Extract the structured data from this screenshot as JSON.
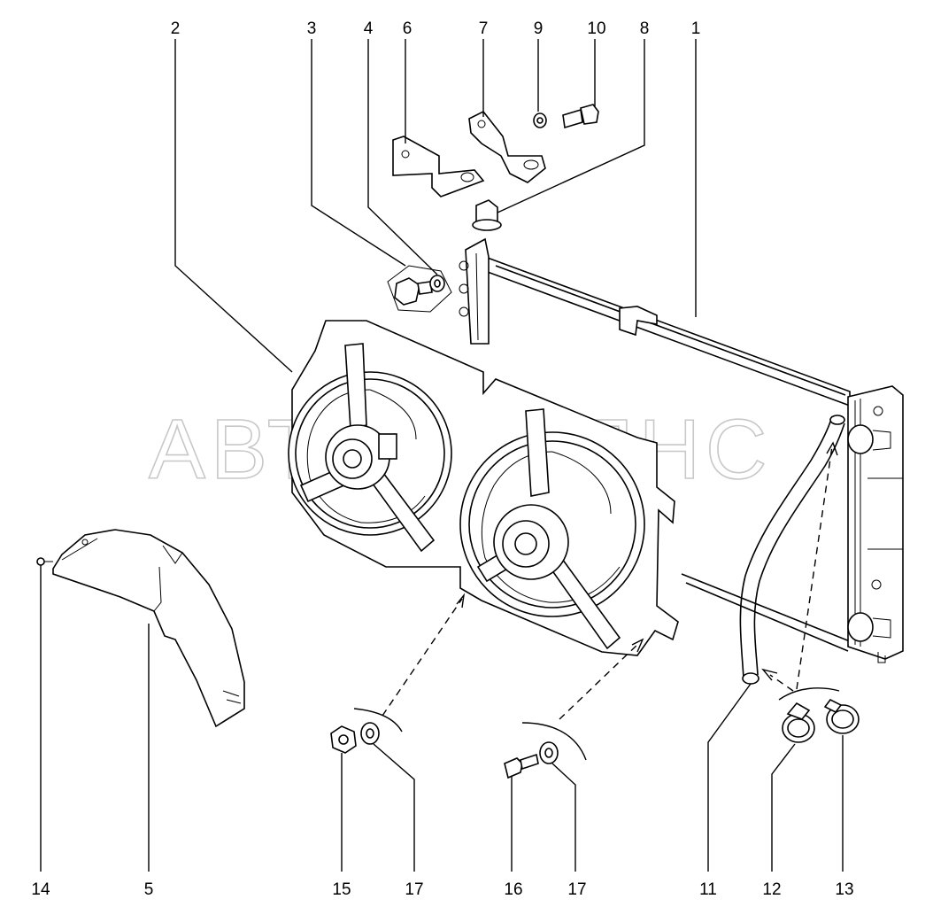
{
  "watermark": "АВТОАЛЬЯНС",
  "callouts": [
    {
      "id": "c2",
      "label": "2"
    },
    {
      "id": "c3",
      "label": "3"
    },
    {
      "id": "c4",
      "label": "4"
    },
    {
      "id": "c6",
      "label": "6"
    },
    {
      "id": "c7",
      "label": "7"
    },
    {
      "id": "c9",
      "label": "9"
    },
    {
      "id": "c10",
      "label": "10"
    },
    {
      "id": "c8",
      "label": "8"
    },
    {
      "id": "c1",
      "label": "1"
    },
    {
      "id": "c14",
      "label": "14"
    },
    {
      "id": "c5",
      "label": "5"
    },
    {
      "id": "c15",
      "label": "15"
    },
    {
      "id": "c17a",
      "label": "17"
    },
    {
      "id": "c16",
      "label": "16"
    },
    {
      "id": "c17b",
      "label": "17"
    },
    {
      "id": "c11",
      "label": "11"
    },
    {
      "id": "c12",
      "label": "12"
    },
    {
      "id": "c13",
      "label": "13"
    }
  ]
}
